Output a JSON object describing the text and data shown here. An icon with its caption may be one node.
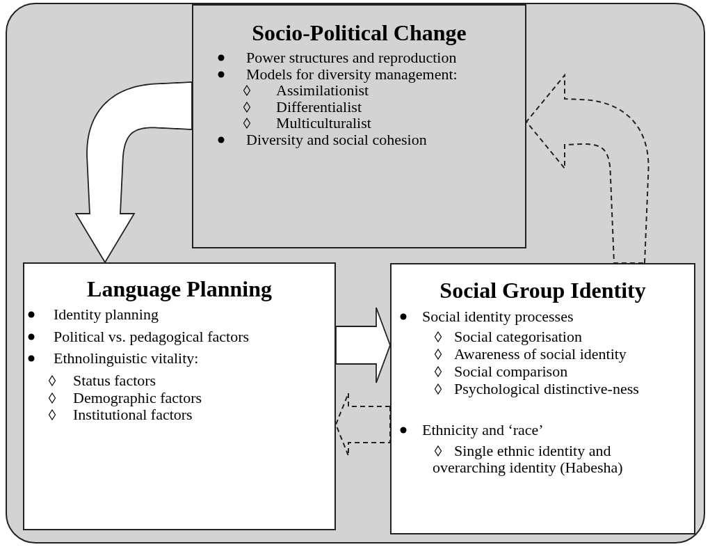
{
  "diagram": {
    "nodes": [
      {
        "text": [
          "Socio-Political Change",
          "Power structures and reproduction",
          "Models for diversity management:",
          "Assimilationist",
          "Differentialist",
          "Multiculturalist",
          "Diversity and social cohesion"
        ]
      },
      {
        "text": [
          "Language Planning",
          "Identity planning",
          "Political vs. pedagogical factors",
          "Ethnolinguistic vitality:",
          "Status factors",
          "Demographic factors",
          "Institutional factors"
        ]
      },
      {
        "text": [
          "Social Group Identity",
          "Social identity processes",
          "Social categorisation",
          "Awareness of social identity",
          "Social comparison",
          "Psychological distinctive-ness",
          "Ethnicity and ‘race’",
          "Single ethnic identity and overarching identity (Habesha)"
        ]
      }
    ],
    "edges": [
      {
        "from": 0,
        "to": 1,
        "arrow": "to"
      },
      {
        "from": 1,
        "to": 2,
        "arrow": "to"
      },
      {
        "from": 2,
        "to": 1,
        "arrow": "to",
        "style": "dashed"
      },
      {
        "from": 2,
        "to": 0,
        "arrow": "to",
        "style": "dashed"
      }
    ]
  }
}
